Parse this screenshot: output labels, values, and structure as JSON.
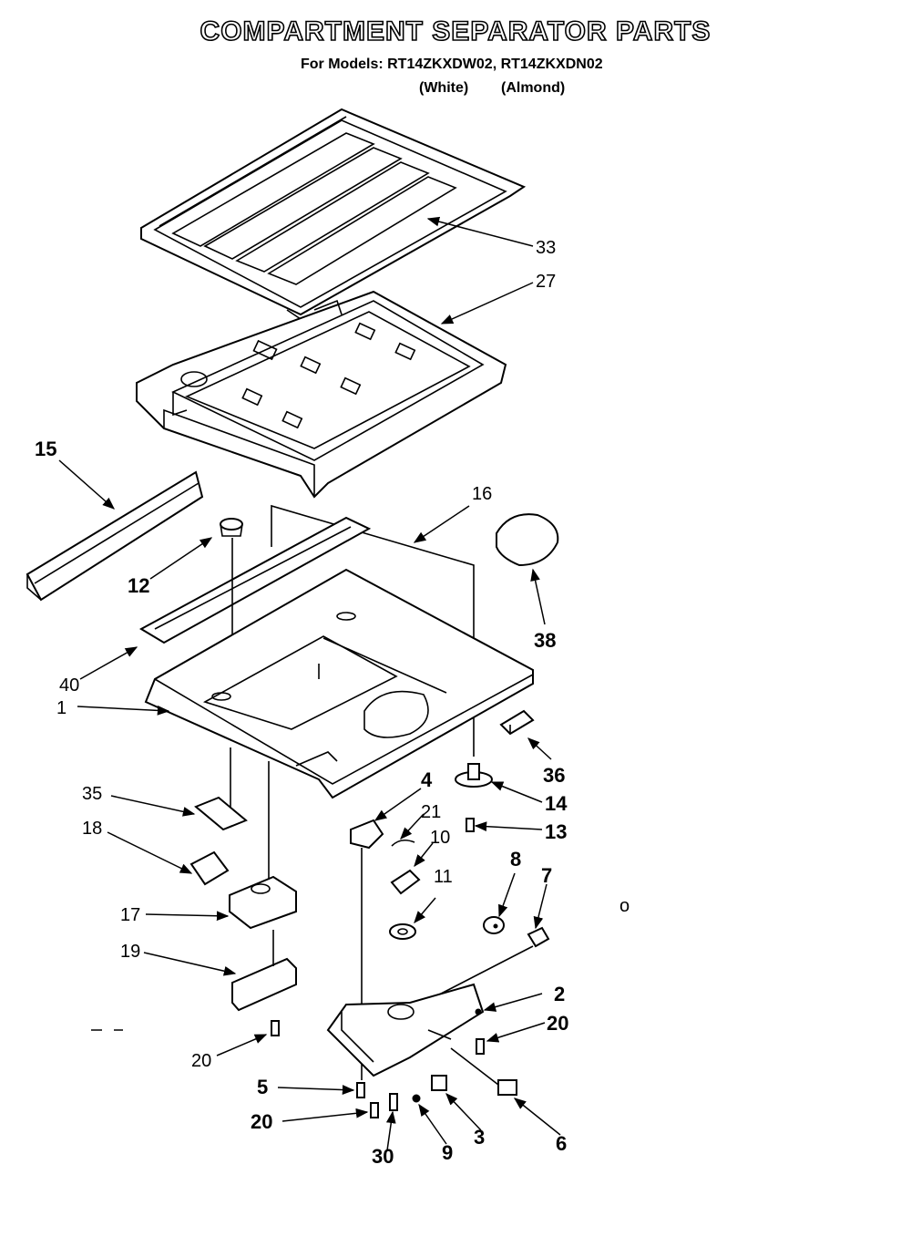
{
  "header": {
    "title": "COMPARTMENT SEPARATOR PARTS",
    "models_line": "For Models: RT14ZKXDW02, RT14ZKXDN02",
    "color_white": "(White)",
    "color_almond": "(Almond)"
  },
  "callouts": {
    "p1": "1",
    "p2": "2",
    "p3": "3",
    "p4": "4",
    "p5": "5",
    "p6": "6",
    "p7": "7",
    "p8": "8",
    "p9": "9",
    "p10": "10",
    "p11": "11",
    "p12": "12",
    "p13": "13",
    "p14": "14",
    "p15": "15",
    "p16": "16",
    "p17": "17",
    "p18": "18",
    "p19": "19",
    "p20a": "20",
    "p20b": "20",
    "p20c": "20",
    "p21": "21",
    "p27": "27",
    "p30": "30",
    "p33": "33",
    "p35": "35",
    "p36": "36",
    "p38": "38",
    "p40": "40",
    "stray": "o"
  }
}
